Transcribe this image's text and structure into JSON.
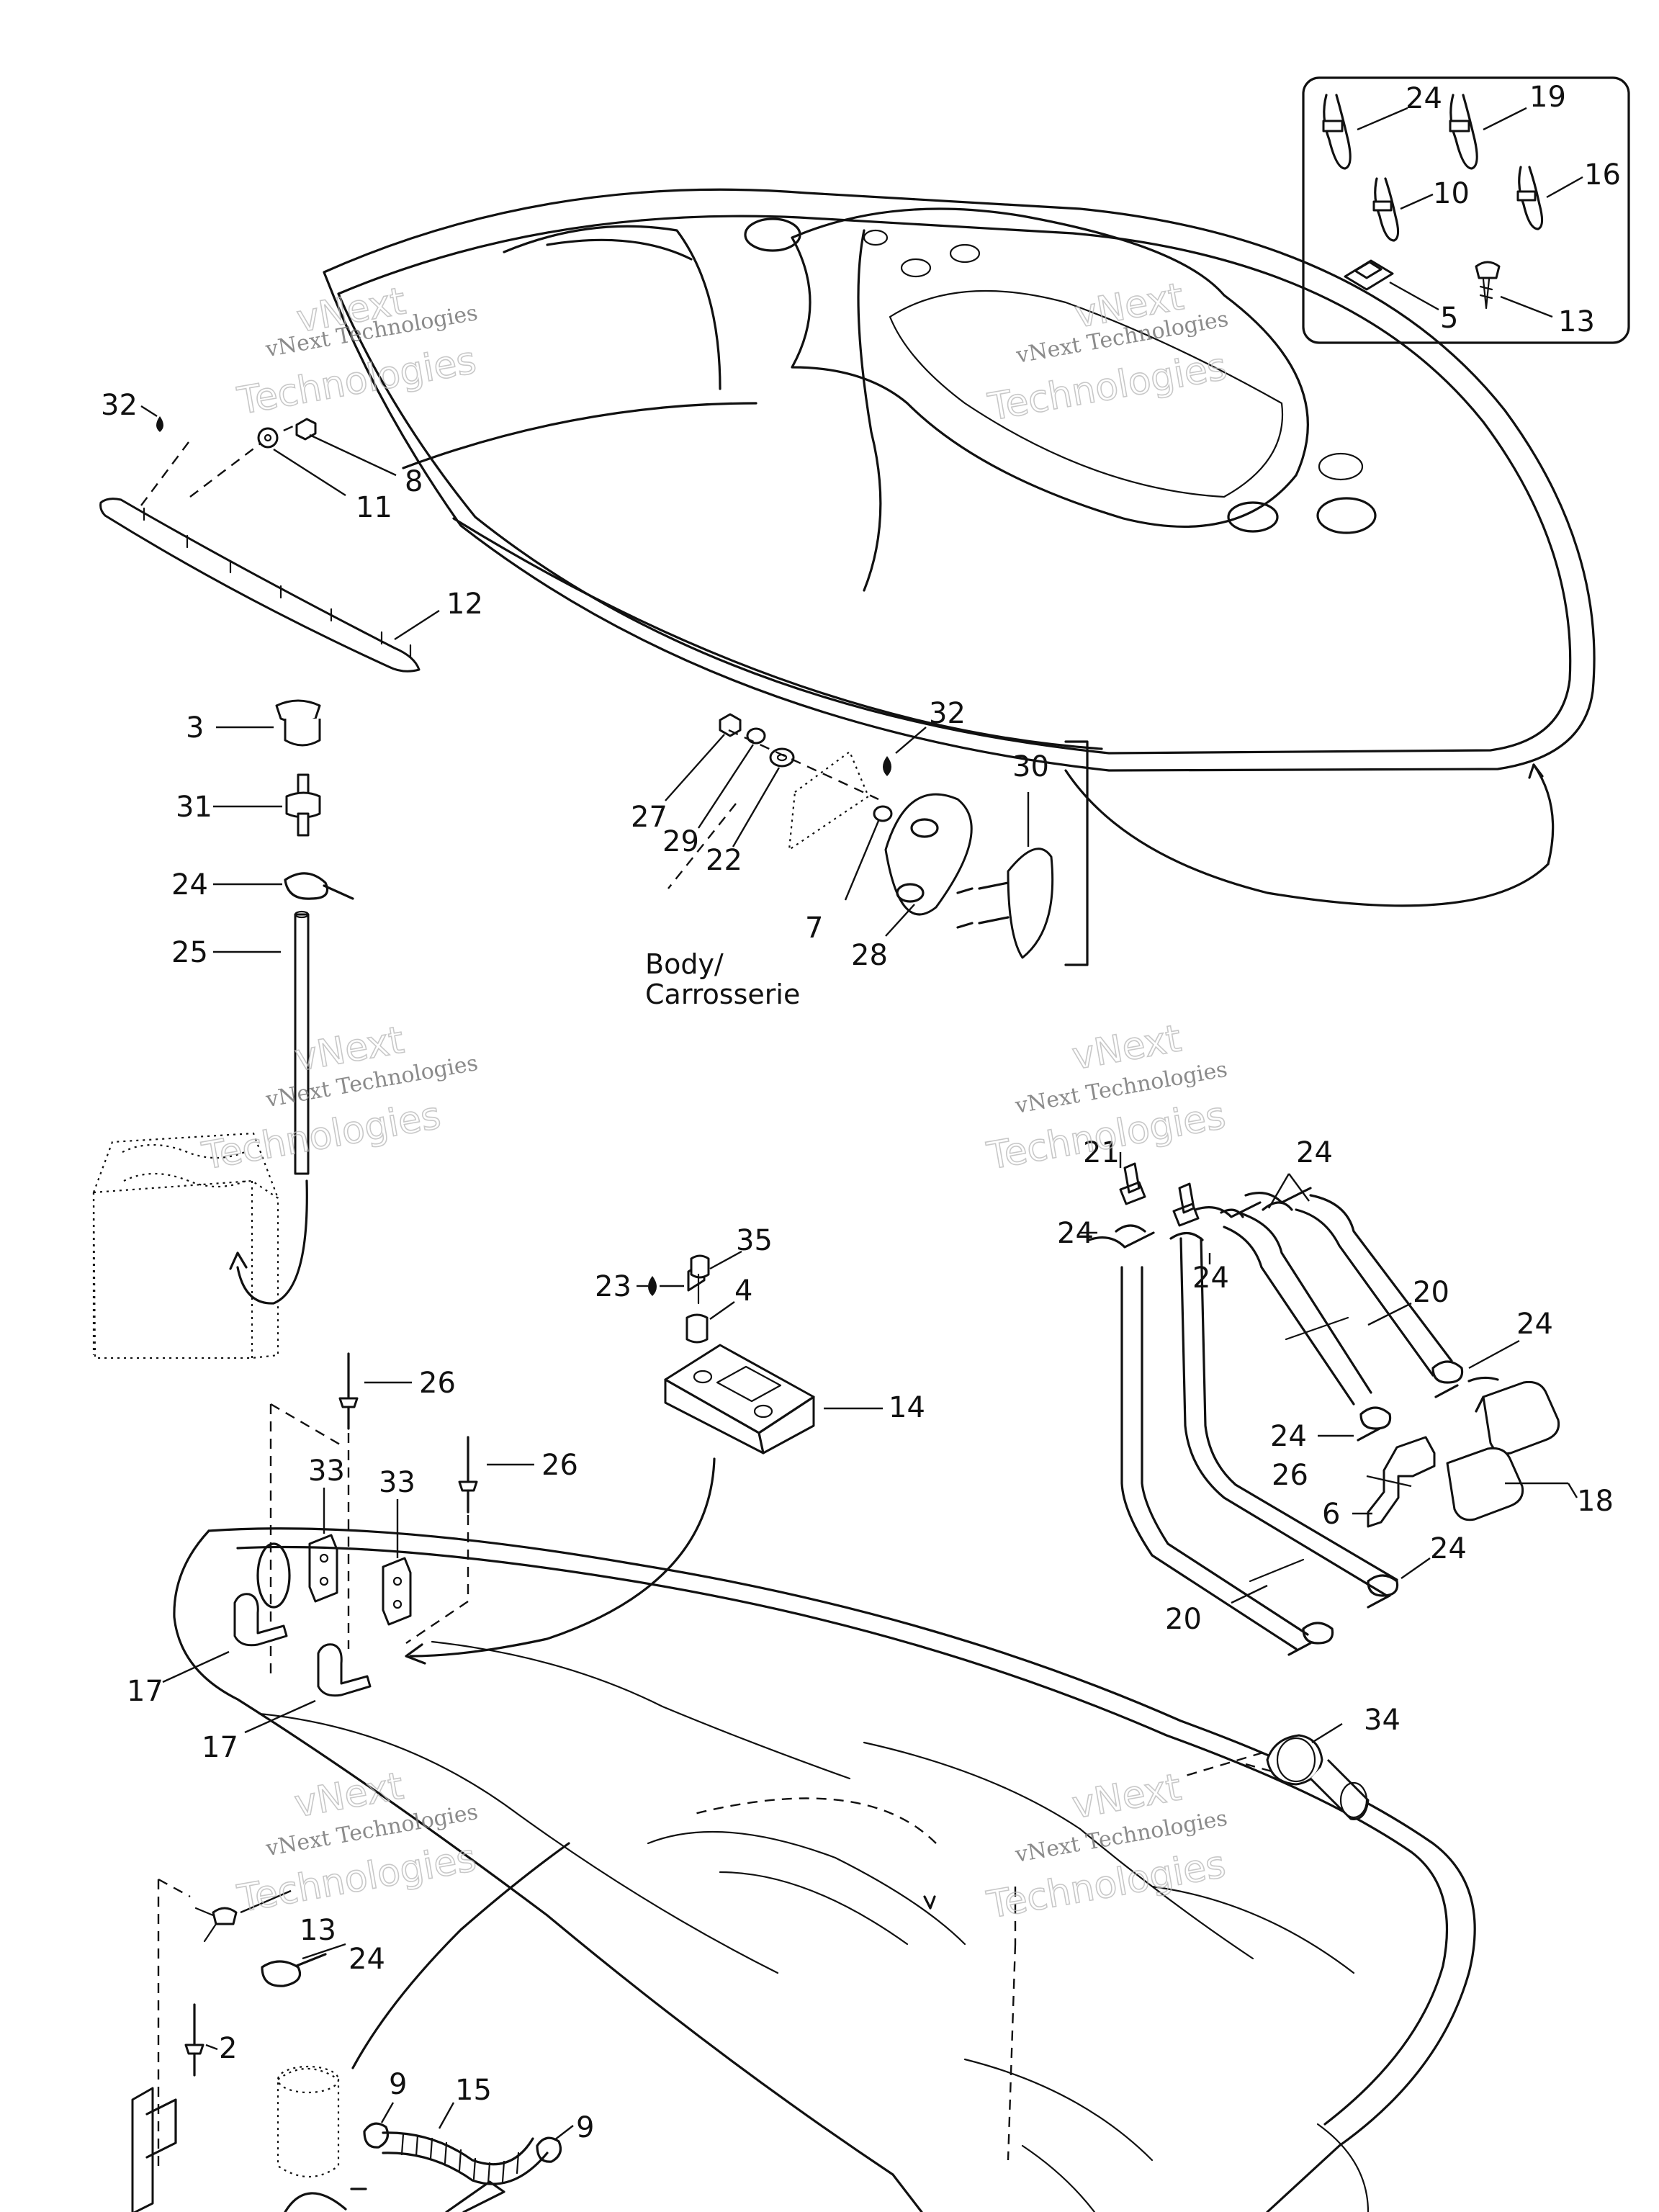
{
  "labels": {
    "l24a": "24",
    "l19": "19",
    "l10": "10",
    "l16": "16",
    "l5": "5",
    "l13a": "13",
    "l32a": "32",
    "l8": "8",
    "l11": "11",
    "l12": "12",
    "l3": "3",
    "l31": "31",
    "l24b": "24",
    "l25": "25",
    "l32b": "32",
    "l30": "30",
    "l27": "27",
    "l29": "29",
    "l22": "22",
    "l7": "7",
    "l28": "28",
    "body_line1": "Body/",
    "body_line2": "Carrosserie",
    "l35": "35",
    "l23": "23",
    "l4": "4",
    "l14": "14",
    "l26a": "26",
    "l26b": "26",
    "l33a": "33",
    "l33b": "33",
    "l17a": "17",
    "l17b": "17",
    "l21": "21",
    "l24c": "24",
    "l24d": "24",
    "l24e": "24",
    "l20a": "20",
    "l24f": "24",
    "l24g": "24",
    "l26c": "26",
    "l6": "6",
    "l18": "18",
    "l24h": "24",
    "l20b": "20",
    "l34": "34",
    "l13b": "13",
    "l24i": "24",
    "l2": "2",
    "l9a": "9",
    "l15": "15",
    "l9b": "9"
  },
  "watermark": {
    "line1": "vNext",
    "line2": "vNext Technologies",
    "line3": "Technologies"
  }
}
